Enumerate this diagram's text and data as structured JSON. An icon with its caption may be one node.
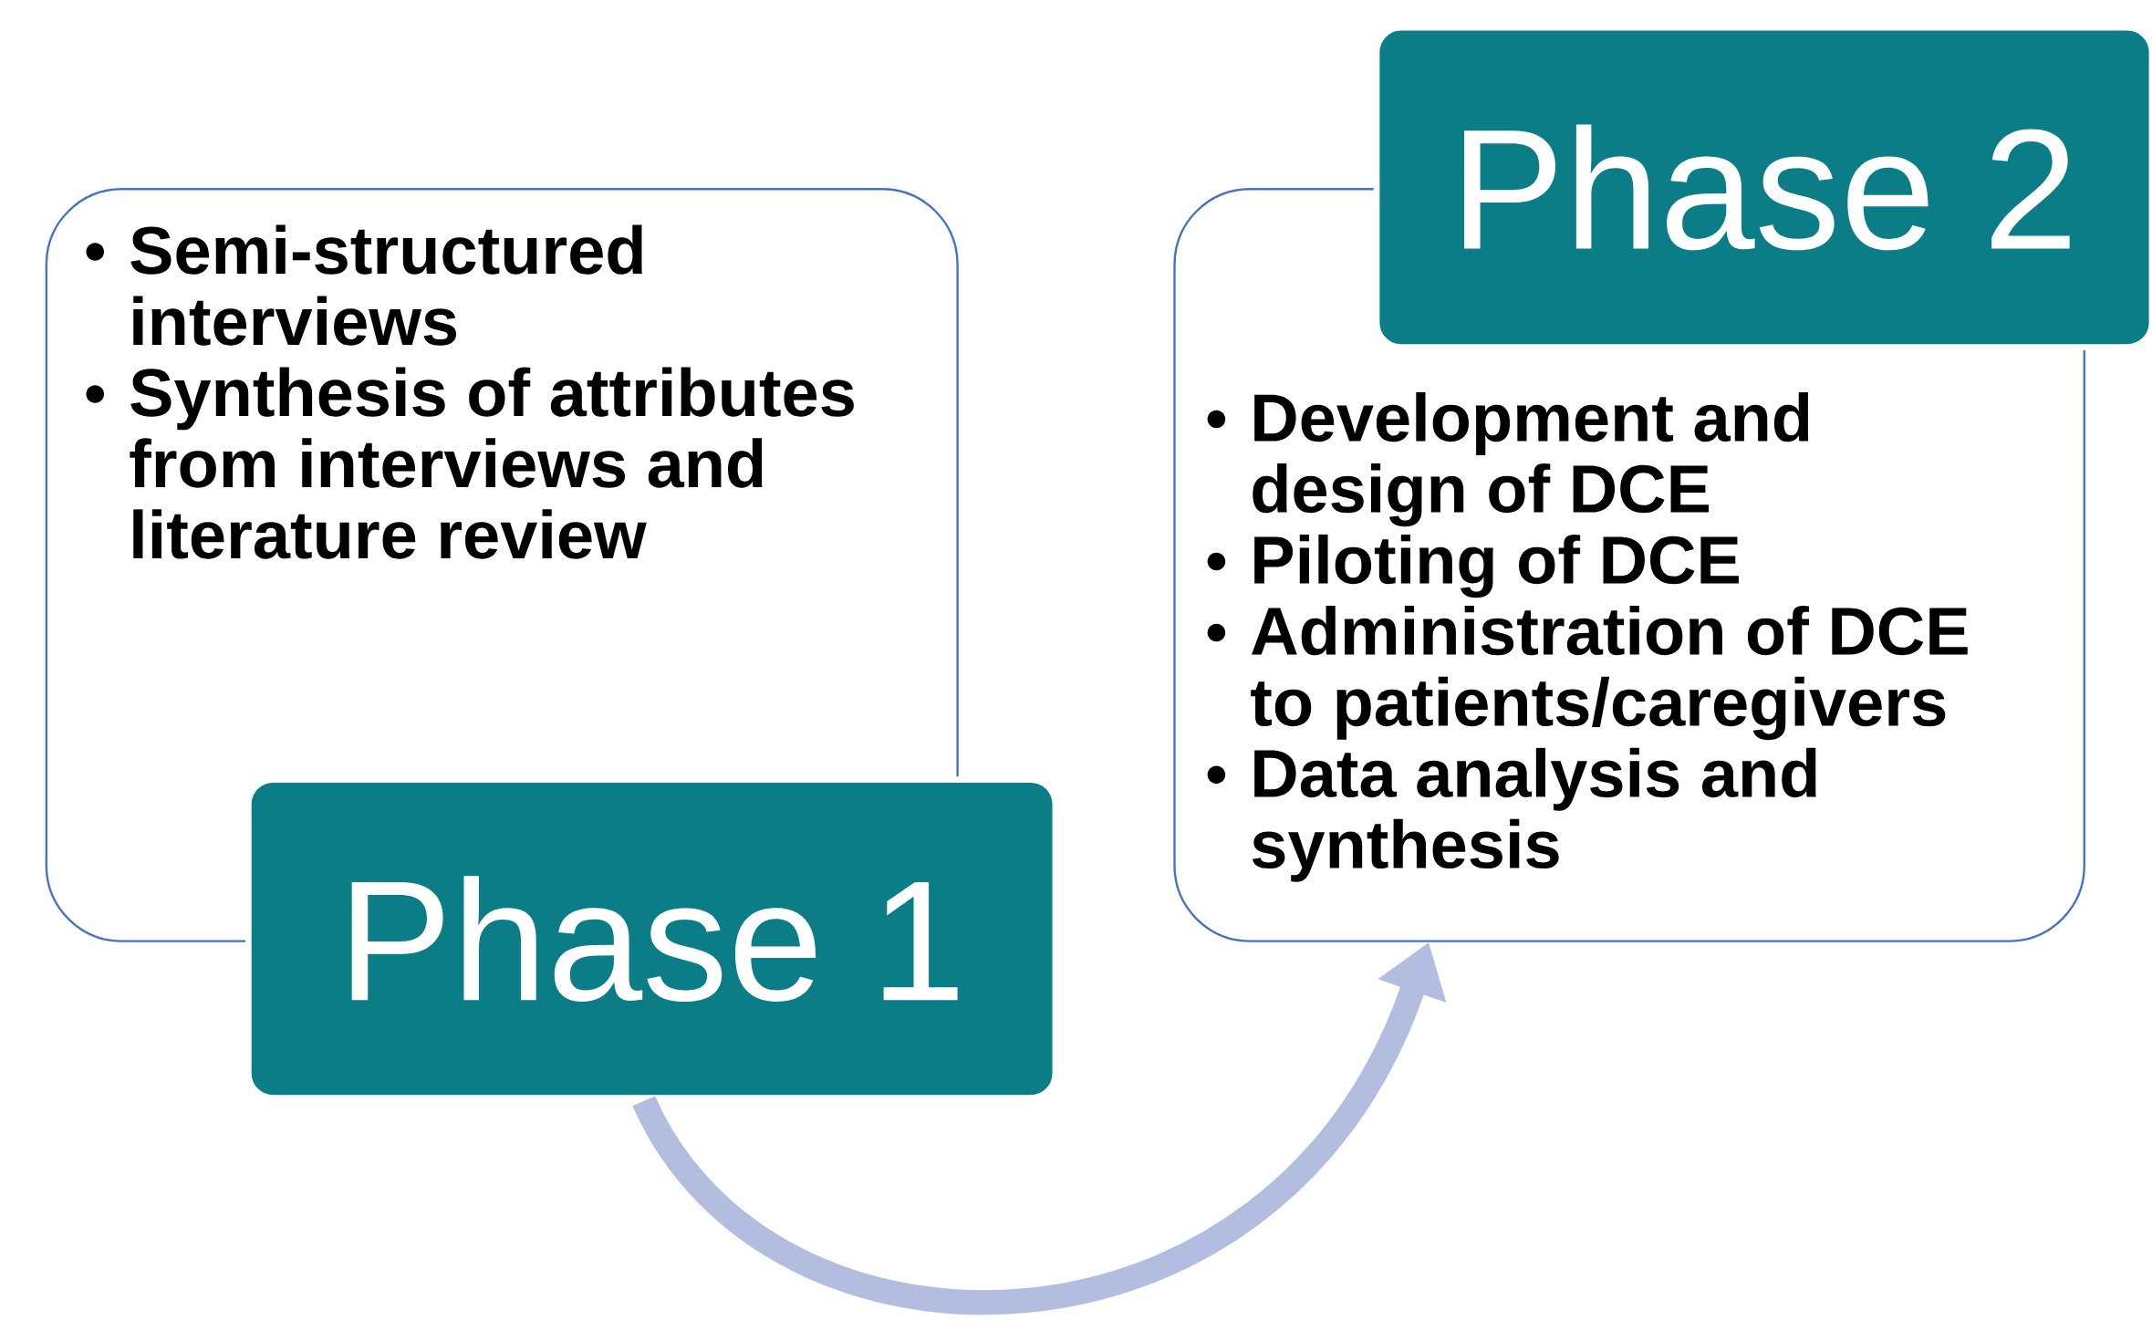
{
  "diagram": {
    "nodes": [
      {
        "text": [
          "Semi-structured interviews",
          "Synthesis of attributes from interviews and literature review"
        ]
      },
      {
        "text": [
          "Phase 1"
        ]
      },
      {
        "text": [
          "Development and design of DCE",
          "Piloting of DCE",
          "Administration of DCE to patients/caregivers",
          "Data analysis and synthesis"
        ]
      },
      {
        "text": [
          "Phase 2"
        ]
      }
    ],
    "edges": [
      {
        "from": 1,
        "to": 2,
        "arrow": "to",
        "color": "#b3bde0"
      }
    ]
  }
}
